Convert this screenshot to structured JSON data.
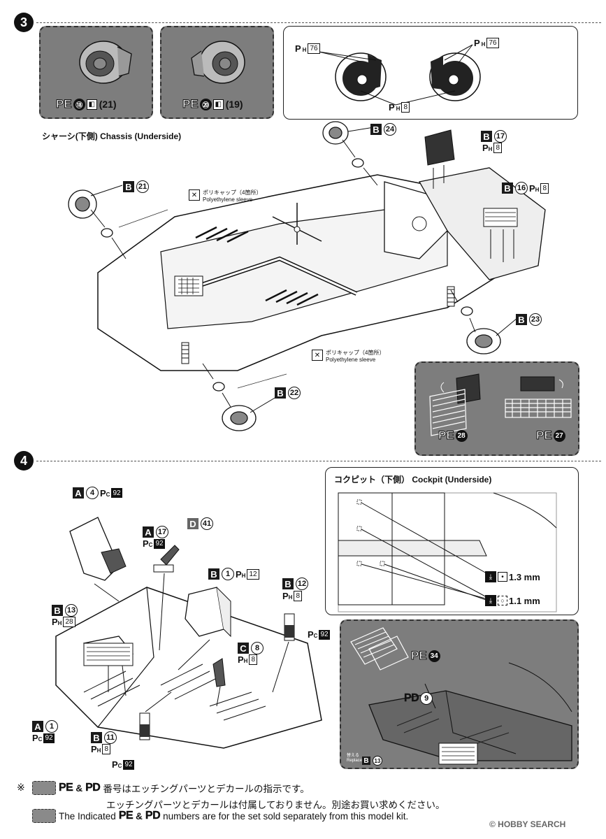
{
  "step3": {
    "number": "3",
    "chassis_title": "シャーシ(下側)  Chassis (Underside)",
    "top_panel_a": {
      "pe": "PE",
      "pe_num": "⑱",
      "decal_num": "(21)"
    },
    "top_panel_b": {
      "pe": "PE",
      "pe_num": "⑳",
      "decal_num": "(19)"
    },
    "brake_panel": {
      "ph_label": "P",
      "ph_sub": "H",
      "part76": "76",
      "part8": "8"
    },
    "parts": {
      "b24": {
        "letter": "B",
        "num": "24"
      },
      "b17": {
        "letter": "B",
        "num": "17",
        "ph_sub": "H",
        "ph_num": "8"
      },
      "b16": {
        "letter": "B",
        "num": "16",
        "ph_sub": "H",
        "ph_num": "8"
      },
      "b21": {
        "letter": "B",
        "num": "21"
      },
      "b23": {
        "letter": "B",
        "num": "23"
      },
      "b22": {
        "letter": "B",
        "num": "22"
      }
    },
    "polycap_1": {
      "jp": "ポリキャップ（4箇所）",
      "en": "Polyethylene sleeve"
    },
    "polycap_2": {
      "jp": "ポリキャップ（4箇所）",
      "en": "Polyethylene sleeve"
    },
    "pe_panel": {
      "pe28": "PE",
      "pe28_num": "28",
      "pe27": "PE",
      "pe27_num": "27"
    }
  },
  "step4": {
    "number": "4",
    "cockpit_title": "コクピット（下側）  Cockpit (Underside)",
    "drill_large": "1.3 mm",
    "drill_small": "1.1 mm",
    "parts": {
      "a4": {
        "letter": "A",
        "num": "4",
        "pc_sub": "C",
        "pc_num": "92"
      },
      "a17": {
        "letter": "A",
        "num": "17",
        "pc_sub": "C",
        "pc_num": "92"
      },
      "d41": {
        "letter": "D",
        "num": "41"
      },
      "b1": {
        "letter": "B",
        "num": "1",
        "ph_sub": "H",
        "ph_num": "12"
      },
      "b12": {
        "letter": "B",
        "num": "12",
        "ph_sub": "H",
        "ph_num": "8"
      },
      "b13": {
        "letter": "B",
        "num": "13",
        "ph_sub": "H",
        "ph_num": "28"
      },
      "c8": {
        "letter": "C",
        "num": "8",
        "ph_sub": "H",
        "ph_num": "8"
      },
      "a1": {
        "letter": "A",
        "num": "1",
        "pc_sub": "C",
        "pc_num": "92"
      },
      "b11": {
        "letter": "B",
        "num": "11",
        "ph_sub": "H",
        "ph_num": "8"
      },
      "pc92_a": {
        "pc_sub": "C",
        "pc_num": "92"
      },
      "pc92_b": {
        "pc_sub": "C",
        "pc_num": "92"
      }
    },
    "pe_panel": {
      "pe34": "PE",
      "pe34_num": "34",
      "pd9": "PD",
      "pd9_num": "9",
      "replace_label": "替える\nReplace",
      "replace_part": "B",
      "replace_num": "13"
    }
  },
  "notes": {
    "mark": "※",
    "line1_a": "PE",
    "line1_amp": "&",
    "line1_b": "PD",
    "line1_text": " 番号はエッチングパーツとデカールの指示です。",
    "line2_text": "エッチングパーツとデカールは付属しておりません。別途お買い求めください。",
    "line3_prefix": "The Indicated ",
    "line3_a": "PE",
    "line3_amp": "&",
    "line3_b": "PD",
    "line3_text": " numbers are for the set sold separately from this model kit."
  },
  "watermark": "© HOBBY SEARCH"
}
